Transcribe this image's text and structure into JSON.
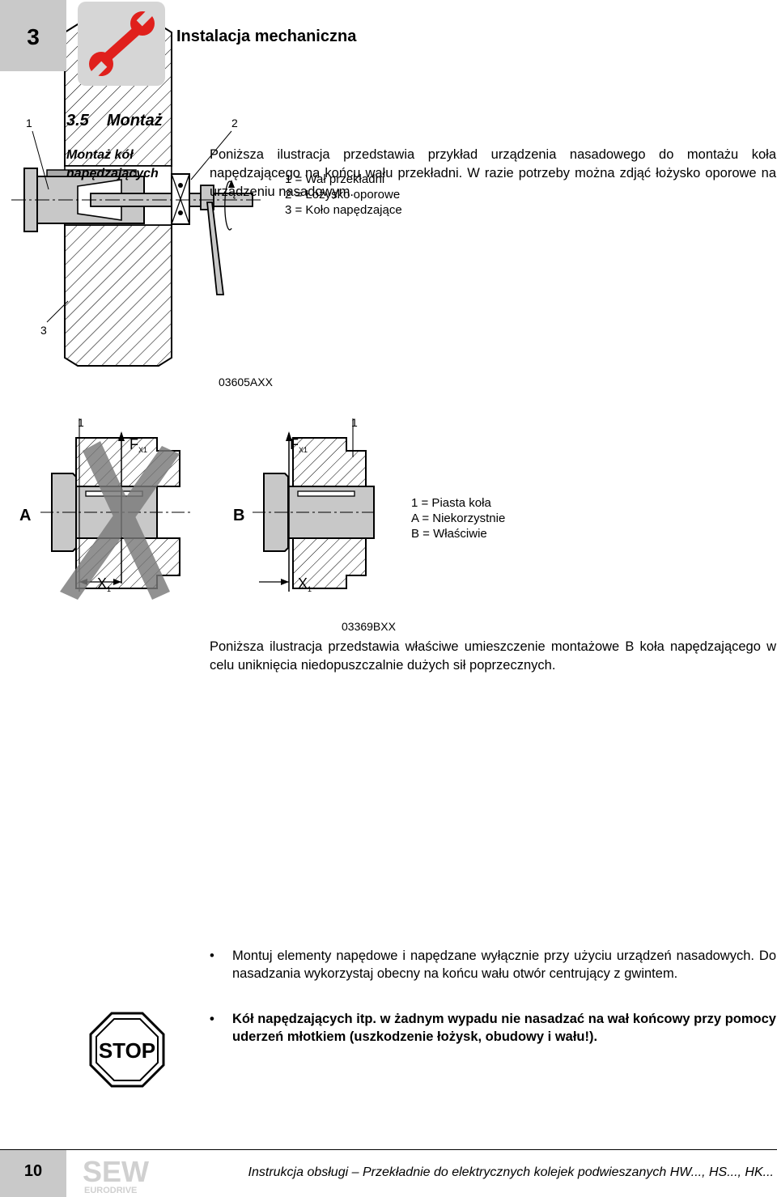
{
  "header": {
    "chapter_number": "3",
    "chapter_title": "Instalacja mechaniczna",
    "icon": "wrench-icon"
  },
  "section": {
    "number": "3.5",
    "title": "Montaż",
    "side_title": "Montaż kół napędzających",
    "paragraph1": "Poniższa ilustracja przedstawia przykład urządzenia nasadowego do montażu koła napędzającego na końcu wału przekładni. W razie potrzeby można zdjąć łożysko oporowe na urządzeniu nasadowym.",
    "paragraph2": "Poniższa ilustracja przedstawia właściwe umieszczenie montażowe B koła napędzającego w celu uniknięcia niedopuszczalnie dużych sił poprzecznych."
  },
  "figure1": {
    "callouts": [
      "1",
      "2",
      "3"
    ],
    "legend": [
      "1 = Wał przekładni",
      "2 = Łożysko oporowe",
      "3 = Koło napędzające"
    ],
    "code": "03605AXX"
  },
  "figure2": {
    "callout": "1",
    "label_a": "A",
    "label_b": "B",
    "force": "F",
    "force_sub": "X1",
    "distance": "X",
    "distance_sub": "1",
    "legend": [
      "1 = Piasta koła",
      "A = Niekorzystnie",
      "B = Właściwie"
    ],
    "code": "03369BXX"
  },
  "bullets": {
    "mark": "•",
    "item1": "Montuj elementy napędowe i napędzane wyłącznie przy użyciu urządzeń nasadowych. Do nasadzania wykorzystaj obecny na końcu wału otwór centrujący z gwintem.",
    "item2": "Kół napędzających itp. w żadnym wypadu nie nasadzać na wał końcowy przy pomocy uderzeń młotkiem (uszkodzenie łożysk, obudowy i wału!)."
  },
  "stop": {
    "text": "STOP",
    "icon": "stop-sign-icon"
  },
  "footer": {
    "page_number": "10",
    "logo_text": "SEW",
    "logo_subtext": "EURODRIVE",
    "text": "Instrukcja obsługi – Przekładnie do elektrycznych kolejek podwieszanych HW..., HS..., HK..."
  },
  "colors": {
    "tab_gray": "#c9c9c9",
    "icon_box": "#d6d6d6",
    "wrench_red": "#e0201c",
    "cross_gray": "#7a7a7a"
  }
}
